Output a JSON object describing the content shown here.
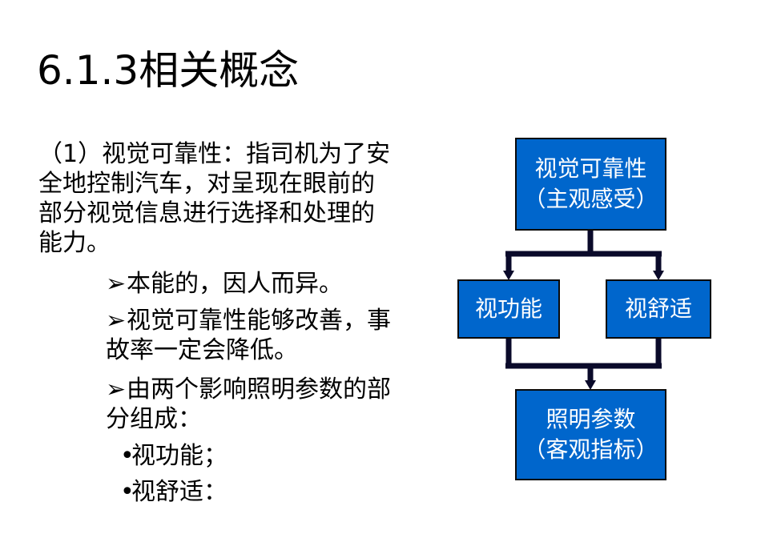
{
  "title": "6.1.3相关概念",
  "paragraph": {
    "lines": [
      "（1）视觉可靠性：指司机为了安",
      "全地控制汽车，对呈现在眼前的",
      "部分视觉信息进行选择和处理的",
      "能力。"
    ]
  },
  "bullets": [
    {
      "marker": "➢",
      "lines": [
        "本能的，因人而异。"
      ]
    },
    {
      "marker": "➢",
      "lines": [
        "视觉可靠性能够改善，事",
        "故率一定会降低。"
      ]
    },
    {
      "marker": "➢",
      "lines": [
        "由两个影响照明参数的部",
        "分组成："
      ]
    }
  ],
  "sub_bullets": [
    {
      "marker": "•",
      "text": "视功能；"
    },
    {
      "marker": "•",
      "text": "视舒适："
    }
  ],
  "flowchart": {
    "top": {
      "line1": "视觉可靠性",
      "line2": "（主观感受）"
    },
    "left": {
      "text": "视功能"
    },
    "right": {
      "text": "视舒适"
    },
    "bottom": {
      "line1": "照明参数",
      "line2": "（客观指标）"
    },
    "box_color": "#0066cc",
    "connector_color": "#0a0a2a"
  }
}
